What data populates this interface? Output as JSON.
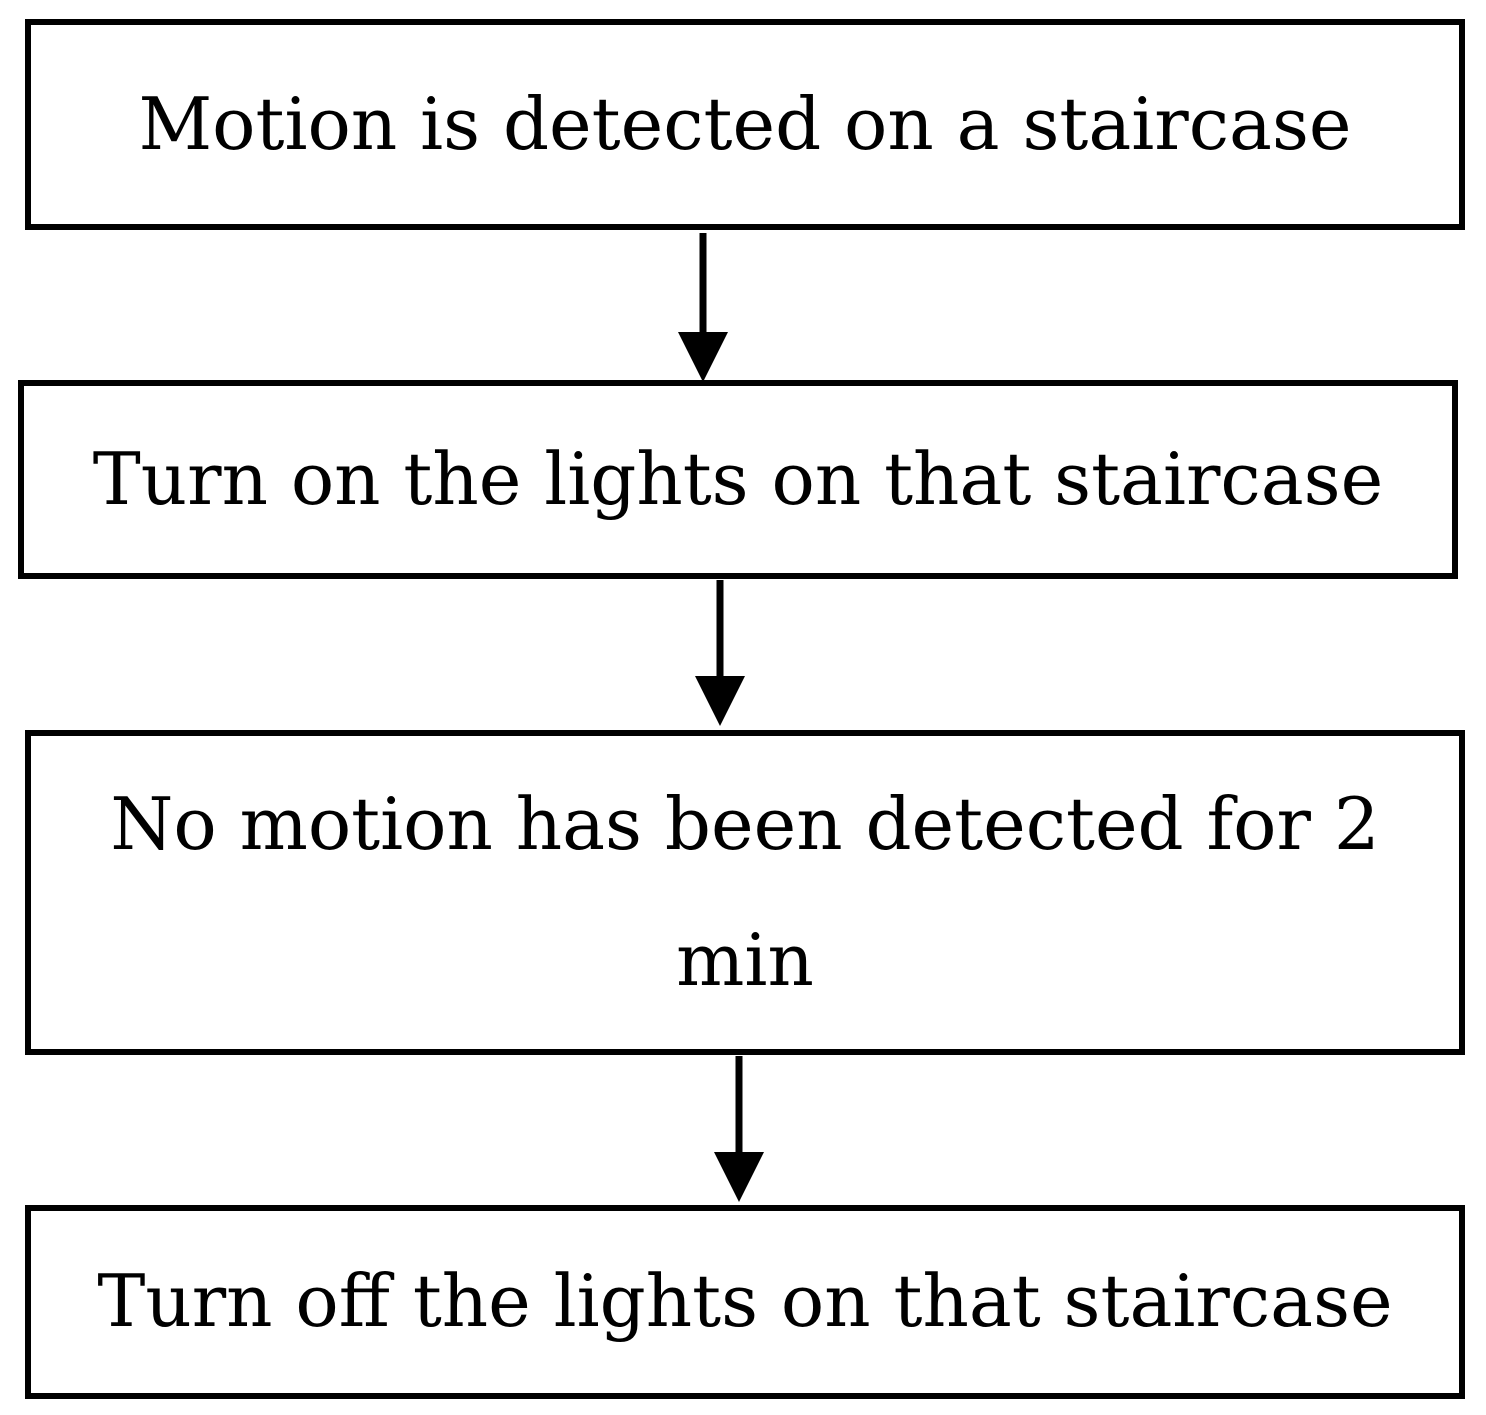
{
  "flowchart": {
    "steps": [
      {
        "label": "Motion is detected on a staircase"
      },
      {
        "label": "Turn on the lights on that staircase"
      },
      {
        "label": "No motion has been detected for 2 min"
      },
      {
        "label": "Turn off the lights on that staircase"
      }
    ],
    "line_color": "#000000",
    "background_color": "#ffffff"
  }
}
